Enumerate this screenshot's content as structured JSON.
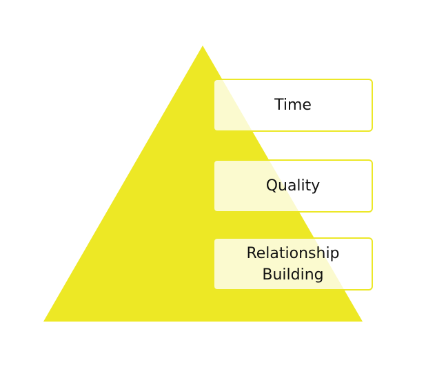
{
  "colors": {
    "pyramid_fill": "#ede825",
    "box_border": "#ece828",
    "text": "#111111"
  },
  "pyramid": {
    "levels": [
      {
        "label": "Time"
      },
      {
        "label": "Quality"
      },
      {
        "label": "Relationship\nBuilding"
      }
    ]
  }
}
